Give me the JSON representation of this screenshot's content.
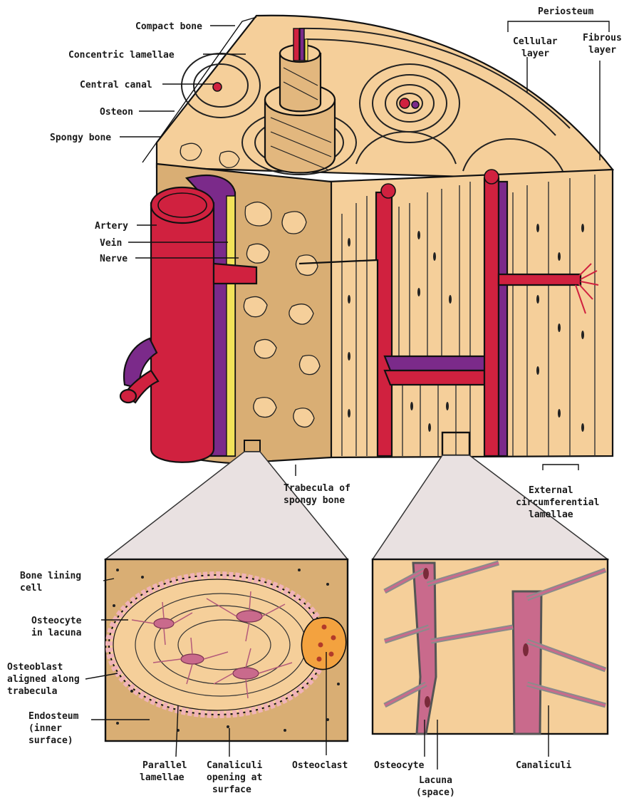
{
  "labels": {
    "compact_bone": "Compact bone",
    "concentric_lamellae": "Concentric lamellae",
    "central_canal": "Central canal",
    "osteon": "Osteon",
    "spongy_bone": "Spongy bone",
    "periosteum": "Periosteum",
    "cellular_layer": [
      "Cellular",
      "layer"
    ],
    "fibrous_layer": [
      "Fibrous",
      "layer"
    ],
    "artery": "Artery",
    "vein": "Vein",
    "nerve": "Nerve",
    "trabecula": [
      "Trabecula of",
      "spongy bone"
    ],
    "external_lamellae": [
      "External",
      "circumferential",
      "lamellae"
    ],
    "bone_lining_cell": [
      "Bone lining",
      "cell"
    ],
    "osteocyte_in_lacuna": [
      "Osteocyte",
      "in lacuna"
    ],
    "osteoblast": [
      "Osteoblast",
      "aligned along",
      "trabecula"
    ],
    "endosteum": [
      "Endosteum",
      "(inner",
      "surface)"
    ],
    "parallel_lamellae": [
      "Parallel",
      "lamellae"
    ],
    "canaliculi_opening": [
      "Canaliculi",
      "opening at",
      "surface"
    ],
    "osteoclast": "Osteoclast",
    "osteocyte": "Osteocyte",
    "lacuna": [
      "Lacuna",
      "(space)"
    ],
    "canaliculi": "Canaliculi"
  },
  "colors": {
    "bone": "#f5cf9a",
    "bone_dark": "#e2b77e",
    "spongy": "#d9ae74",
    "artery": "#d0213f",
    "vein": "#7b2a8a",
    "nerve": "#f2e35a",
    "cell": "#c96a8c",
    "osteoclast": "#f3a23f",
    "lining_cell": "#f0b3b8"
  }
}
